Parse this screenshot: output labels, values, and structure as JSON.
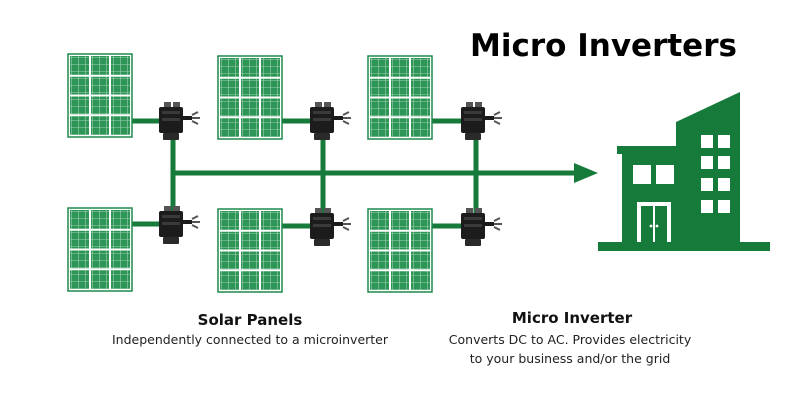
{
  "title": "Micro Inverters",
  "captions": {
    "panels_title": "Solar Panels",
    "panels_desc": "Independently connected to a microinverter",
    "inverter_title": "Micro Inverter",
    "inverter_desc_line1": "Converts DC to AC. Provides electricity",
    "inverter_desc_line2": "to your business and/or the grid"
  },
  "colors": {
    "brand_green": "#157a3a",
    "panel_fill": "#1f8a4a",
    "inverter_body": "#1c1c1c",
    "text": "#111111"
  },
  "icons": {
    "panel": "solar-panel-icon",
    "inverter": "micro-inverter-icon",
    "building": "building-icon"
  }
}
